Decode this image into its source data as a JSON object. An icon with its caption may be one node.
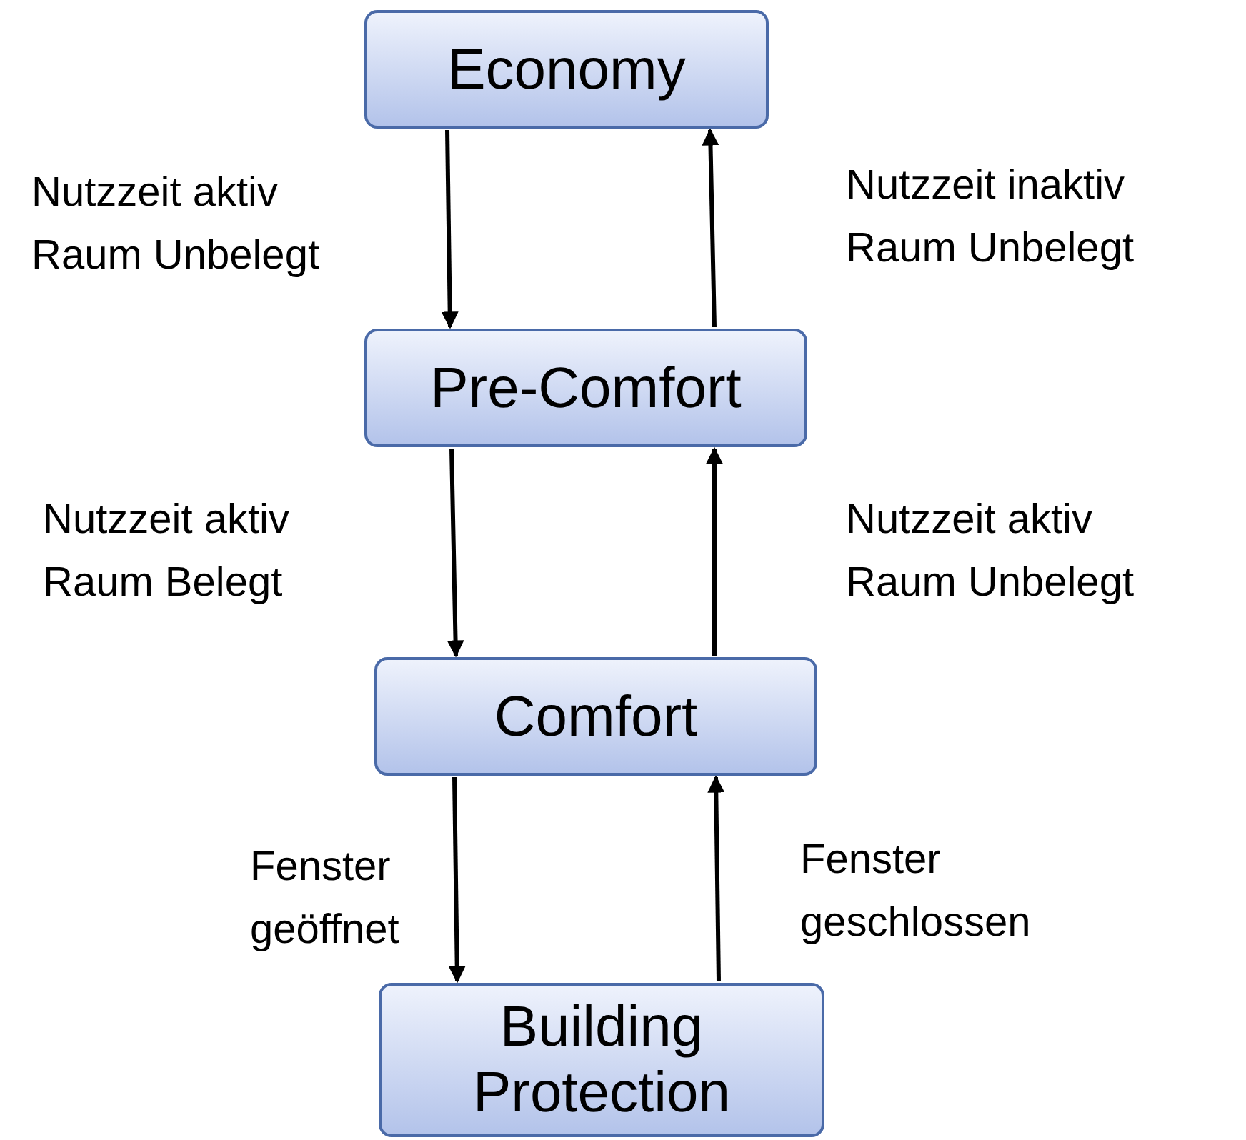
{
  "diagram": {
    "nodes": [
      {
        "text": [
          "Economy"
        ]
      },
      {
        "text": [
          "Pre-Comfort"
        ]
      },
      {
        "text": [
          "Comfort"
        ]
      },
      {
        "text": [
          "Building Protection"
        ]
      }
    ],
    "edges": [
      {
        "from": 0,
        "to": 1,
        "arrow": "to",
        "label": "Nutzzeit aktiv Raum Unbelegt"
      },
      {
        "from": 1,
        "to": 0,
        "arrow": "to",
        "label": "Nutzzeit inaktiv Raum Unbelegt"
      },
      {
        "from": 1,
        "to": 2,
        "arrow": "to",
        "label": "Nutzzeit aktiv Raum Belegt"
      },
      {
        "from": 2,
        "to": 1,
        "arrow": "to",
        "label": "Nutzzeit aktiv Raum Unbelegt"
      },
      {
        "from": 2,
        "to": 3,
        "arrow": "to",
        "label": "Fenster geöffnet"
      },
      {
        "from": 3,
        "to": 2,
        "arrow": "to",
        "label": "Fenster geschlossen"
      }
    ]
  }
}
